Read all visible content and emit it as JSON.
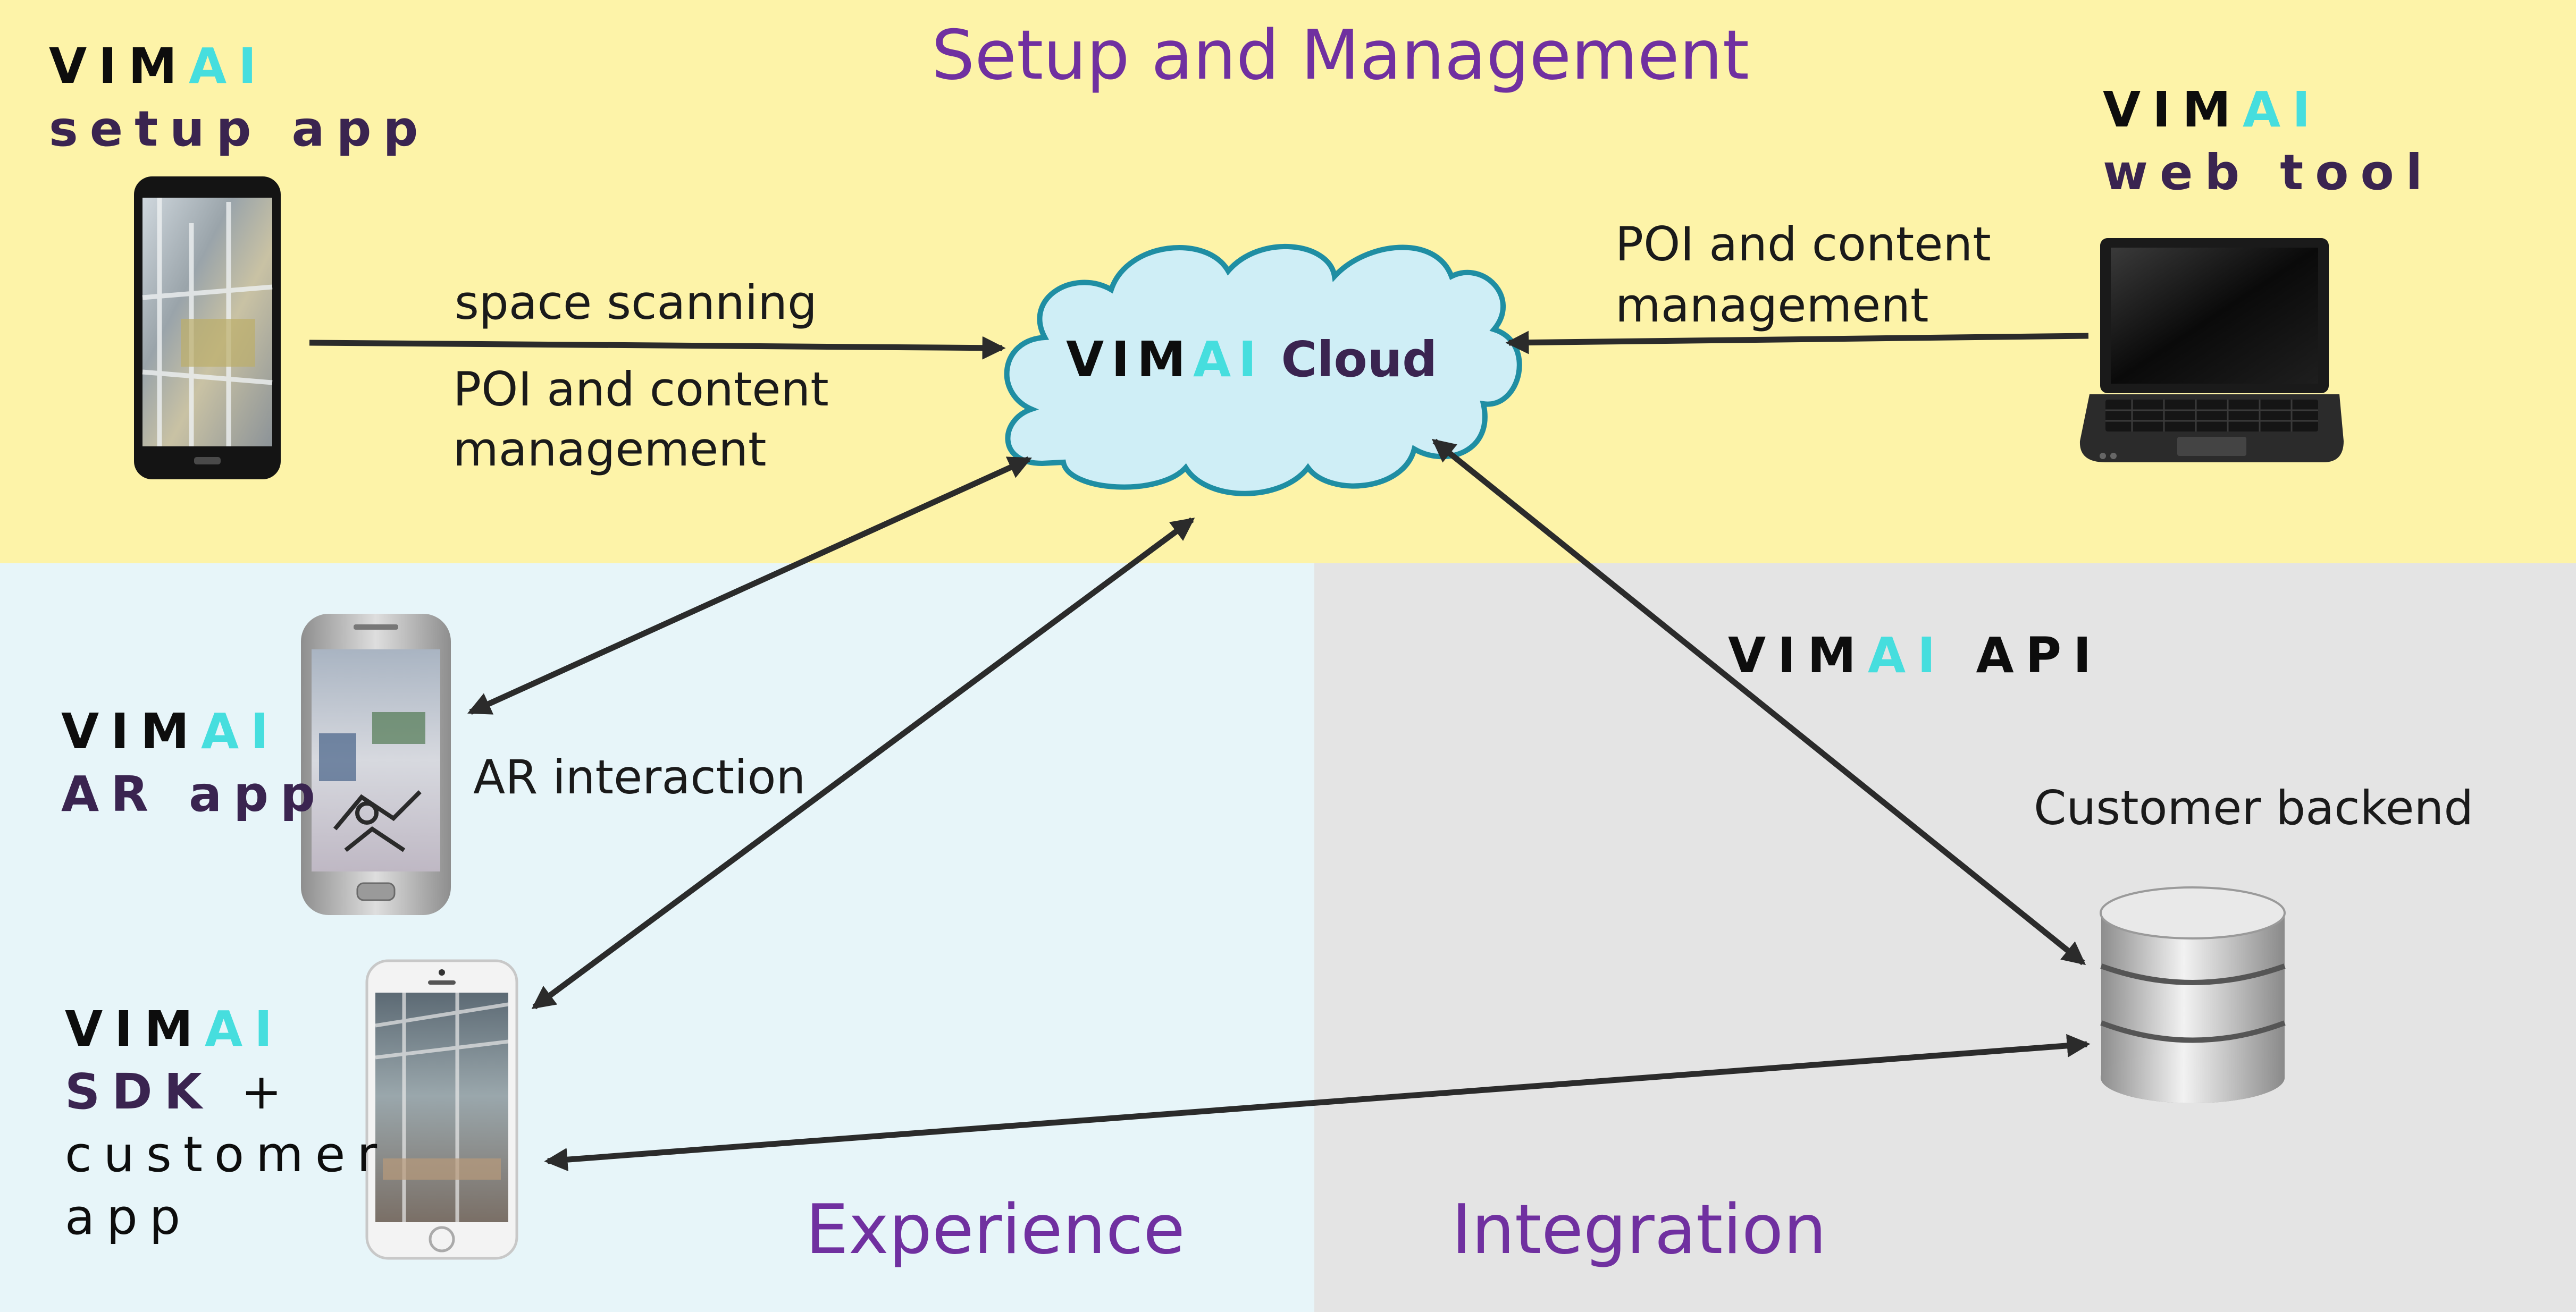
{
  "zones": {
    "setup": {
      "title": "Setup and Management",
      "color": "#fdf3a8"
    },
    "experience": {
      "title": "Experience",
      "color": "#e7f5f9"
    },
    "integration": {
      "title": "Integration",
      "color": "#e4e4e4"
    }
  },
  "brand": {
    "vim": "VIM",
    "ai": "AI",
    "ai_color": "#46dede",
    "product_color": "#3a2450",
    "title_color": "#7030a0"
  },
  "cloud": {
    "product": "Cloud"
  },
  "setup_app": {
    "product": "setup app"
  },
  "web_tool": {
    "product": "web tool"
  },
  "ar_app": {
    "product": "AR app"
  },
  "sdk_app": {
    "product": "SDK",
    "plus": " +",
    "line3": "customer",
    "line4": "app"
  },
  "api": {
    "product": "API"
  },
  "labels": {
    "space_scanning": "space scanning",
    "poi_left_1": "POI and content",
    "poi_left_2": "management",
    "poi_right_1": "POI and content",
    "poi_right_2": "management",
    "ar_interaction": "AR interaction",
    "customer_backend": "Customer backend"
  }
}
